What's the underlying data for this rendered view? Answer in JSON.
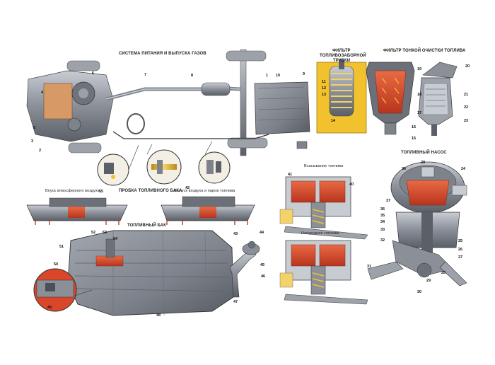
{
  "captions": {
    "system": "СИСТЕМА ПИТАНИЯ И ВЫПУСКА ГАЗОВ",
    "intake_filter_l1": "ФИЛЬТР",
    "intake_filter_l2": "ТОПЛИВОЗАБОРНОЙ",
    "intake_filter_l3": "ТРУБКИ",
    "fine_filter": "ФИЛЬТР ТОНКОЙ ОЧИСТКИ ТОПЛИВА",
    "fuel_pump": "ТОПЛИВНЫЙ НАСОС",
    "suction": "Всасывание топлива",
    "discharge": "Нагнетание топлива",
    "air_inlet": "Впуск атмосферного воздуха",
    "tank_cap": "ПРОБКА ТОПЛИВНОГО БАКА",
    "vapor_outlet": "Выпуск воздуха и паров топлива",
    "fuel_tank": "ТОПЛИВНЫЙ БАК"
  },
  "colors": {
    "fuel": "#d9462a",
    "metal": "#8a8f98",
    "metal_dark": "#4b5058",
    "metal_light": "#c7cbd2",
    "highlight": "#f2c12e"
  },
  "callouts": {
    "c1": "1",
    "c2": "2",
    "c3": "3",
    "c4": "4",
    "c5": "5",
    "c6": "6",
    "c7": "7",
    "c8": "8",
    "c9": "9",
    "c10": "10",
    "c11": "11",
    "c12": "12",
    "c13": "13",
    "c14": "14",
    "c15": "15",
    "c16": "16",
    "c17": "17",
    "c18": "18",
    "c19": "19",
    "c20": "20",
    "c21": "21",
    "c22": "22",
    "c23": "23",
    "c24": "24",
    "c25": "25",
    "c26": "26",
    "c27": "27",
    "c28": "28",
    "c29": "29",
    "c30": "30",
    "c31": "31",
    "c32": "32",
    "c33": "33",
    "c34": "34",
    "c35": "35",
    "c36": "36",
    "c37": "37",
    "c39": "39",
    "c40": "40",
    "c41": "41",
    "c42": "42",
    "c43": "43",
    "c44": "44",
    "c45": "45",
    "c46": "46",
    "c47": "47",
    "c48": "48",
    "c49": "49",
    "c50": "50",
    "c51": "51",
    "c52": "52",
    "c53": "53",
    "c54": "54",
    "c55": "55"
  }
}
